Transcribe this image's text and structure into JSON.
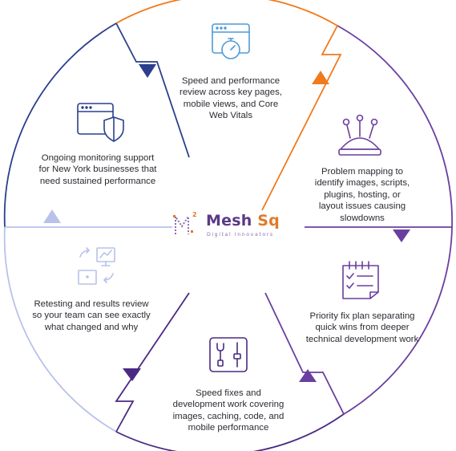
{
  "logo": {
    "name_part1": "Mesh ",
    "name_part2": "Sq",
    "tagline": "Digital Innovators"
  },
  "segments": [
    {
      "id": "speed-review",
      "text": "Speed and performance review across key pages, mobile views, and Core Web Vitals",
      "icon": "stopwatch-browser-icon",
      "color": "#f07a1c"
    },
    {
      "id": "problem-mapping",
      "text": "Problem mapping to identify images, scripts, plugins, hosting, or layout issues causing slowdowns",
      "icon": "pin-cushion-icon",
      "color": "#6a3fa0"
    },
    {
      "id": "priority-fix-plan",
      "text": "Priority fix plan separating quick wins from deeper technical development work",
      "icon": "checklist-clipboard-icon",
      "color": "#6a3fa0"
    },
    {
      "id": "speed-fixes",
      "text": "Speed fixes and development work covering images, caching, code, and mobile performance",
      "icon": "tools-icon",
      "color": "#4a2a82"
    },
    {
      "id": "retesting",
      "text": "Retesting and results review so your team can see exactly what changed and why",
      "icon": "sync-screens-icon",
      "color": "#b8c2ea"
    },
    {
      "id": "monitoring",
      "text": "Ongoing monitoring support for New York businesses that need sustained performance",
      "icon": "browser-shield-icon",
      "color": "#2c3f8c"
    }
  ]
}
